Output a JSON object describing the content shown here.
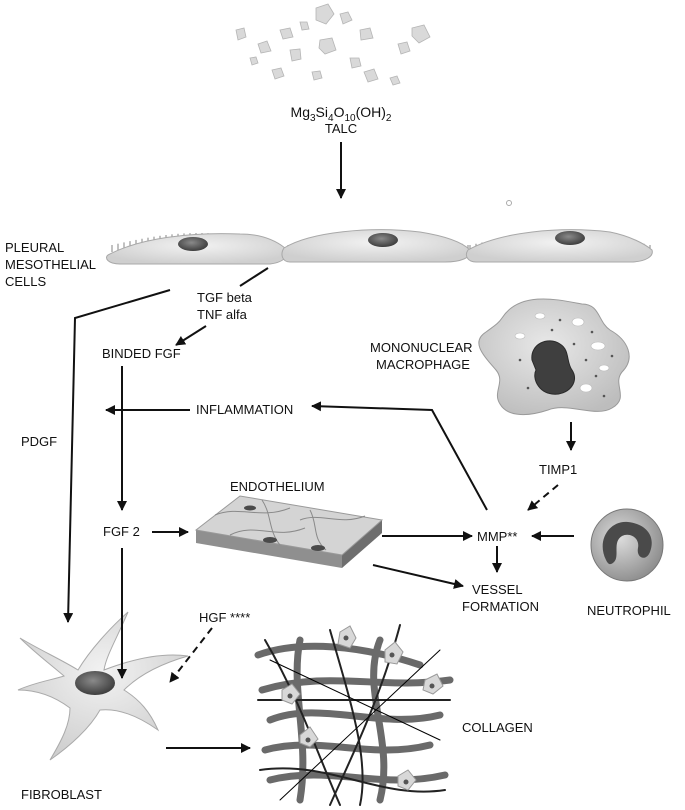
{
  "talc": {
    "formula": "Mg3Si4O10(OH)2",
    "name": "TALC"
  },
  "labels": {
    "pleural_l1": "PLEURAL",
    "pleural_l2": "MESOTHELIAL",
    "pleural_l3": "CELLS",
    "tgf_beta": "TGF beta",
    "tnf_alfa": "TNF alfa",
    "binded_fgf": "BINDED FGF",
    "macrophage_l1": "MONONUCLEAR",
    "macrophage_l2": "MACROPHAGE",
    "inflammation": "INFLAMMATION",
    "pdgf": "PDGF",
    "timp1": "TIMP1",
    "endothelium": "ENDOTHELIUM",
    "fgf2": "FGF 2",
    "mmp": "MMP**",
    "vessel_l1": "VESSEL",
    "vessel_l2": "FORMATION",
    "neutrophil": "NEUTROPHIL",
    "hgf": "HGF ****",
    "collagen": "COLLAGEN",
    "fibroblast": "FIBROBLAST"
  }
}
